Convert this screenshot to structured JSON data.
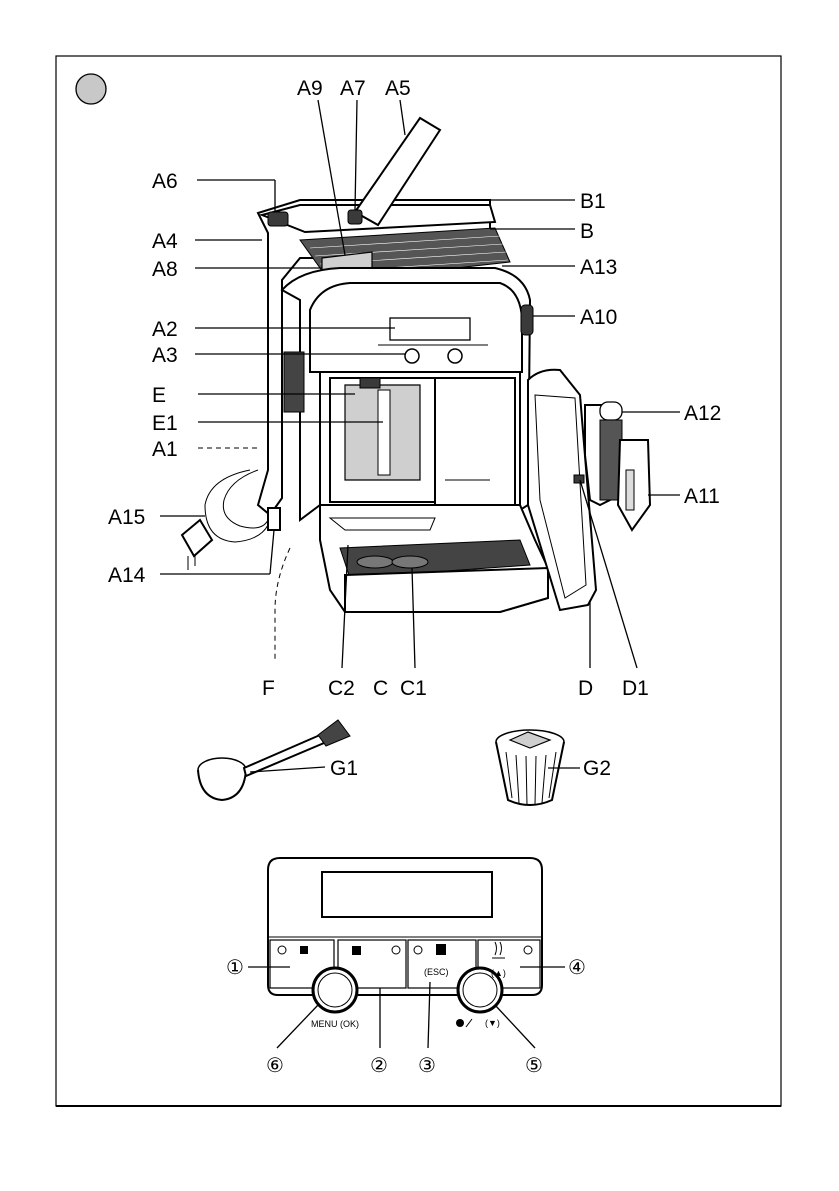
{
  "labels": {
    "A1": "A1",
    "A2": "A2",
    "A3": "A3",
    "A4": "A4",
    "A5": "A5",
    "A6": "A6",
    "A7": "A7",
    "A8": "A8",
    "A9": "A9",
    "A10": "A10",
    "A11": "A11",
    "A12": "A12",
    "A13": "A13",
    "A14": "A14",
    "A15": "A15",
    "B": "B",
    "B1": "B1",
    "C": "C",
    "C1": "C1",
    "C2": "C2",
    "D": "D",
    "D1": "D1",
    "E": "E",
    "E1": "E1",
    "F": "F",
    "G1": "G1",
    "G2": "G2"
  },
  "panel": {
    "esc": "(ESC)",
    "menu": "MENU (OK)",
    "up": "(▲)",
    "down": "(▼)",
    "n1": "①",
    "n2": "②",
    "n3": "③",
    "n4": "④",
    "n5": "⑤",
    "n6": "⑥"
  }
}
